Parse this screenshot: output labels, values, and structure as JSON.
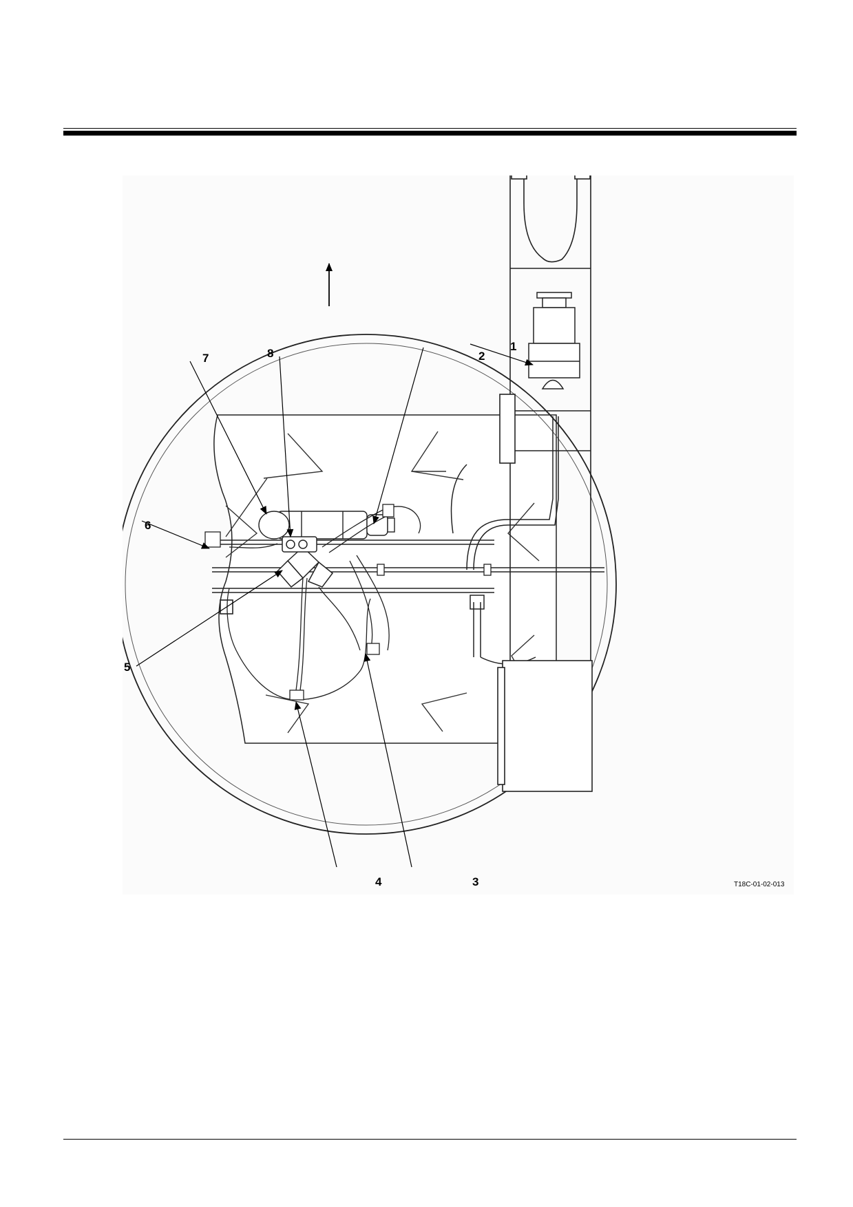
{
  "figure": {
    "callouts": [
      "1",
      "2",
      "3",
      "4",
      "5",
      "6",
      "7",
      "8"
    ],
    "figure_code": "T18C-01-02-013",
    "icons": [
      "direction-arrow-icon"
    ]
  }
}
